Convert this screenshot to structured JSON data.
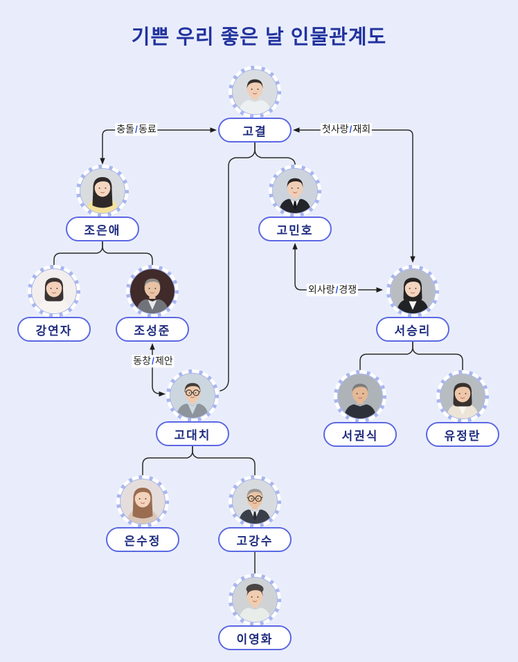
{
  "title": "기쁜 우리 좋은 날 인물관계도",
  "slash": "/",
  "relationships": [
    {
      "id": "conflict-colleague",
      "part1": "충돌",
      "part2": "동료"
    },
    {
      "id": "first-love-reunion",
      "part1": "첫사랑",
      "part2": "재회"
    },
    {
      "id": "classmate-proposal",
      "part1": "동창",
      "part2": "제안"
    },
    {
      "id": "one-sided-love-rivalry",
      "part1": "외사랑",
      "part2": "경쟁"
    }
  ],
  "characters": [
    {
      "id": "go-gyeol",
      "name": "고결",
      "avatar": {
        "style": "short",
        "bg": "#d9dde1",
        "hair": "#38302c",
        "skin": "#f0cfb6",
        "top": "#edf0f2"
      }
    },
    {
      "id": "jo-eun-ae",
      "name": "조은애",
      "avatar": {
        "style": "long",
        "bg": "#d8dcdf",
        "hair": "#2e2929",
        "skin": "#f5d7c0",
        "top": "#f4e19c"
      }
    },
    {
      "id": "go-min-ho",
      "name": "고민호",
      "avatar": {
        "style": "short",
        "bg": "#ccd3dc",
        "hair": "#2a2522",
        "skin": "#f0ceb5",
        "top": "#23252b",
        "accent": "#f5f5f5",
        "tie": "#17181c"
      }
    },
    {
      "id": "kang-yeon-ja",
      "name": "강연자",
      "avatar": {
        "style": "bob",
        "bg": "#f2eeee",
        "hair": "#3b3333",
        "skin": "#f2d0b9",
        "top": "#f6f3f0"
      }
    },
    {
      "id": "jo-seong-jun",
      "name": "조성준",
      "avatar": {
        "style": "short",
        "bg": "#402a2a",
        "hair": "#8f8c87",
        "skin": "#e9c3a5",
        "top": "#70747a",
        "accent": "#e8e8e8"
      }
    },
    {
      "id": "seo-seung-ri",
      "name": "서승리",
      "avatar": {
        "style": "bob",
        "bg": "#b9bdc2",
        "hair": "#262220",
        "skin": "#f3d4be",
        "top": "#202226",
        "accent": "#f4f4f4"
      }
    },
    {
      "id": "go-dae-chi",
      "name": "고대치",
      "avatar": {
        "style": "short",
        "bg": "#ccd6df",
        "hair": "#463d37",
        "skin": "#efcaac",
        "top": "#8e949c",
        "accent": "#cfd9e2",
        "glasses": true
      }
    },
    {
      "id": "seo-gwon-sik",
      "name": "서권식",
      "avatar": {
        "style": "short",
        "bg": "#aeb3b8",
        "hair": "#7d7c79",
        "skin": "#e4b996",
        "top": "#2d3139"
      }
    },
    {
      "id": "yu-jeong-ran",
      "name": "유정란",
      "avatar": {
        "style": "bob",
        "bg": "#b7bcc1",
        "hair": "#38312e",
        "skin": "#eec7a9",
        "top": "#ece5d7",
        "accent": "#f8f6f0"
      }
    },
    {
      "id": "eun-su-jeong",
      "name": "은수정",
      "avatar": {
        "style": "long",
        "bg": "#e5dddc",
        "hair": "#9a6c50",
        "skin": "#f4d3bc",
        "top": "#dac7b9"
      }
    },
    {
      "id": "go-gang-su",
      "name": "고강수",
      "avatar": {
        "style": "short",
        "bg": "#d7dbdf",
        "hair": "#9c9995",
        "skin": "#ecc4a3",
        "top": "#3a3f49",
        "accent": "#f2f2f2",
        "tie": "#2a2d35",
        "glasses": true
      }
    },
    {
      "id": "lee-yeong-hwa",
      "name": "이영화",
      "avatar": {
        "style": "updo",
        "bg": "#cfd3d6",
        "hair": "#4a4442",
        "skin": "#f0cdb0",
        "top": "#e9ede9"
      }
    }
  ],
  "colors": {
    "background": "#e9edfb",
    "box_border": "#5a67e4",
    "name_text": "#1e2b7e",
    "title_text": "#22339e",
    "photo_ring": "#a9b6ef",
    "line": "#2b2b2b",
    "label_slash": "#3c63e0"
  }
}
